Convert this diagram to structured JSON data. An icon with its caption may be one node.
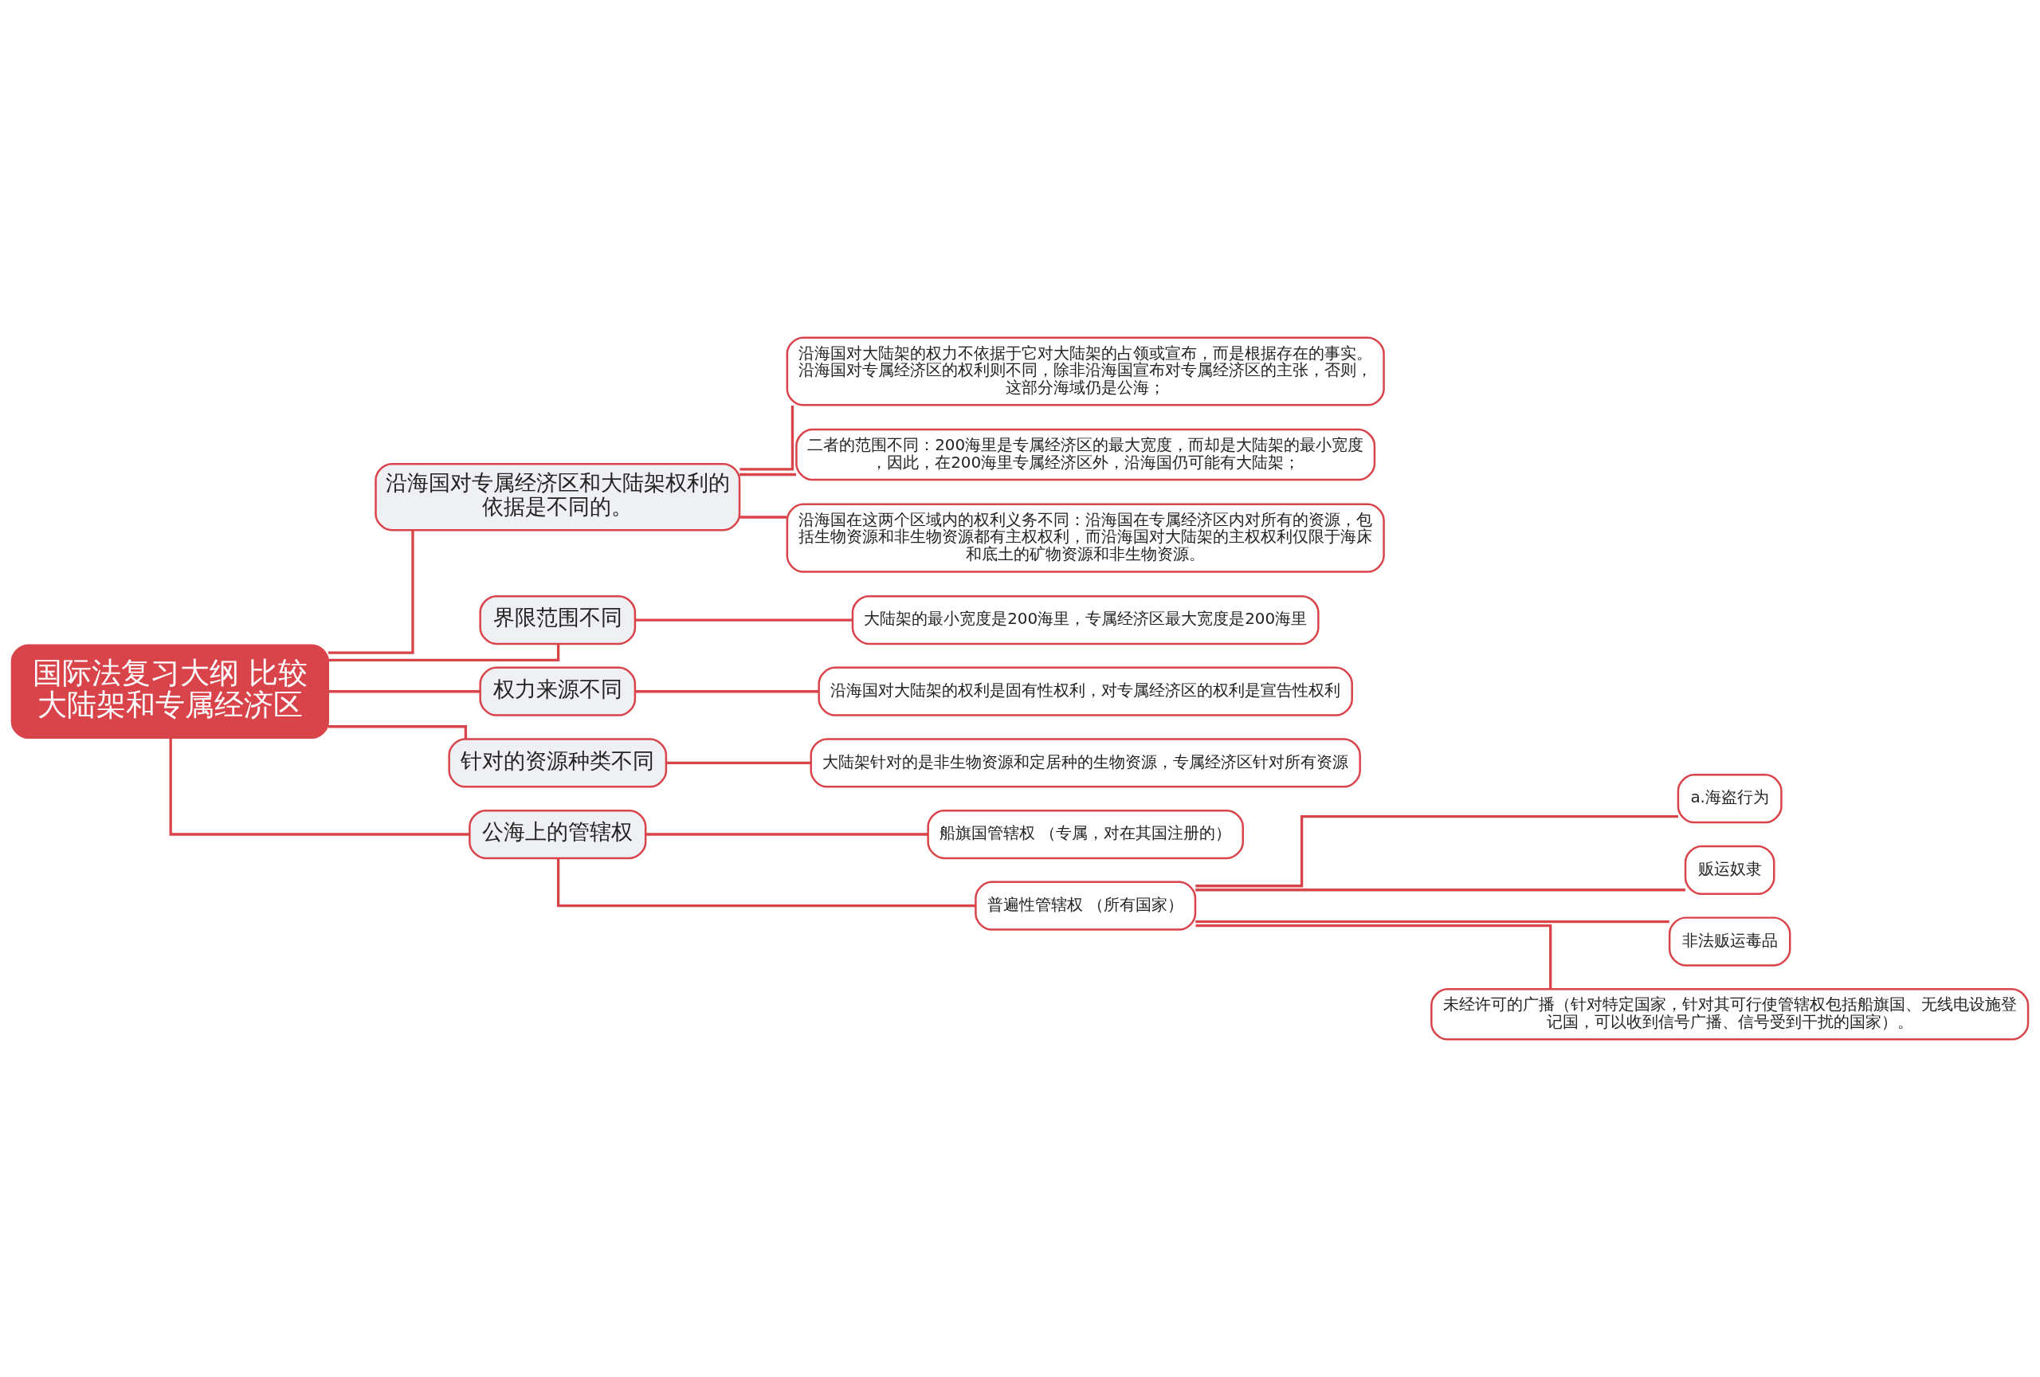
{
  "diagram": {
    "nodes": [
      {
        "text": [
          "国际法复习大纲 比较大陆架和专属经济区"
        ]
      },
      {
        "text": [
          "沿海国对专属经济区和大陆架权利的依据是不同的。"
        ]
      },
      {
        "text": [
          "沿海国对大陆架的权力不依据于它对大陆架的占领或宣布，而是根据存在的事实。沿海国对专属经济区的权利则不同，除非沿海国宣布对专属经济区的主张，否则，这部分海域仍是公海；"
        ]
      },
      {
        "text": [
          "二者的范围不同：200海里是专属经济区的最大宽度，而却是大陆架的最小宽度，因此，在200海里专属经济区外，沿海国仍可能有大陆架；"
        ]
      },
      {
        "text": [
          "沿海国在这两个区域内的权利义务不同：沿海国在专属经济区内对所有的资源，包括生物资源和非生物资源都有主权权利，而沿海国对大陆架的主权权利仅限于海床和底土的矿物资源和非生物资源。"
        ]
      },
      {
        "text": [
          "界限范围不同"
        ]
      },
      {
        "text": [
          "大陆架的最小宽度是200海里，专属经济区最大宽度是200海里"
        ]
      },
      {
        "text": [
          "权力来源不同"
        ]
      },
      {
        "text": [
          "沿海国对大陆架的权利是固有性权利，对专属经济区的权利是宣告性权利"
        ]
      },
      {
        "text": [
          "针对的资源种类不同"
        ]
      },
      {
        "text": [
          "大陆架针对的是非生物资源和定居种的生物资源，专属经济区针对所有资源"
        ]
      },
      {
        "text": [
          "公海上的管辖权"
        ]
      },
      {
        "text": [
          "船旗国管辖权 （专属，对在其国注册的）"
        ]
      },
      {
        "text": [
          "普遍性管辖权 （所有国家）"
        ]
      },
      {
        "text": [
          "a.海盗行为"
        ]
      },
      {
        "text": [
          "贩运奴隶"
        ]
      },
      {
        "text": [
          "非法贩运毒品"
        ]
      },
      {
        "text": [
          "未经许可的广播（针对特定国家，针对其可行使管辖权包括船旗国、无线电设施登记国，可以收到信号广播、信号受到干扰的国家）。"
        ]
      }
    ],
    "edges": [
      {
        "from": 0,
        "to": 1,
        "arrow": "none"
      },
      {
        "from": 1,
        "to": 2,
        "arrow": "none"
      },
      {
        "from": 1,
        "to": 3,
        "arrow": "none"
      },
      {
        "from": 1,
        "to": 4,
        "arrow": "none"
      },
      {
        "from": 0,
        "to": 5,
        "arrow": "none"
      },
      {
        "from": 5,
        "to": 6,
        "arrow": "none"
      },
      {
        "from": 0,
        "to": 7,
        "arrow": "none"
      },
      {
        "from": 7,
        "to": 8,
        "arrow": "none"
      },
      {
        "from": 0,
        "to": 9,
        "arrow": "none"
      },
      {
        "from": 9,
        "to": 10,
        "arrow": "none"
      },
      {
        "from": 0,
        "to": 11,
        "arrow": "none"
      },
      {
        "from": 11,
        "to": 12,
        "arrow": "none"
      },
      {
        "from": 11,
        "to": 13,
        "arrow": "none"
      },
      {
        "from": 13,
        "to": 14,
        "arrow": "none"
      },
      {
        "from": 13,
        "to": 15,
        "arrow": "none"
      },
      {
        "from": 13,
        "to": 16,
        "arrow": "none"
      },
      {
        "from": 13,
        "to": 17,
        "arrow": "none"
      }
    ]
  }
}
